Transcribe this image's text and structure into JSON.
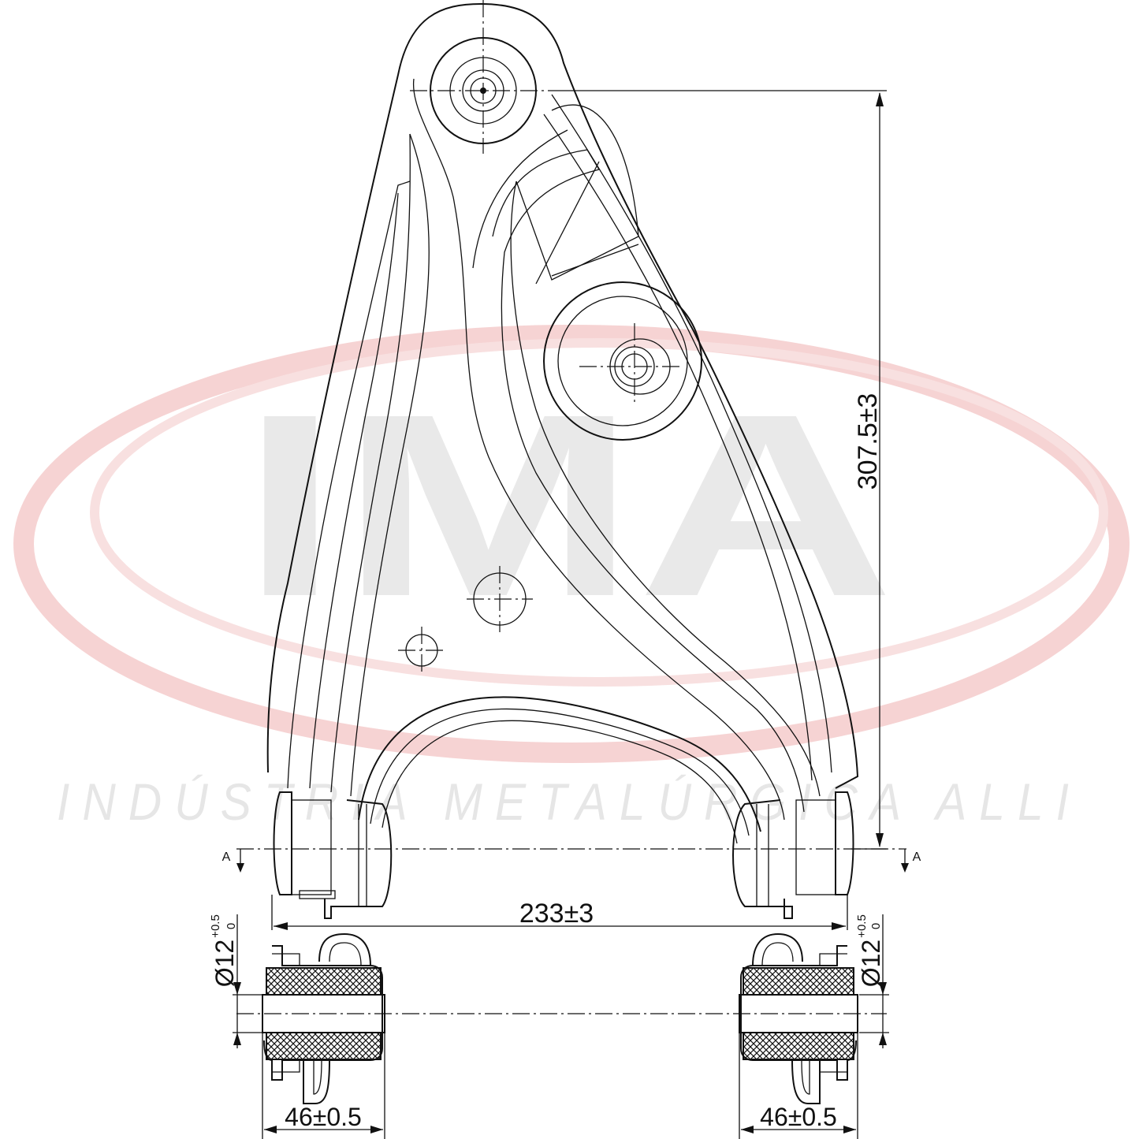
{
  "watermark": {
    "logo_text": "IMA",
    "company_name": "INDÚSTRIA METALÚRGICA ALLI",
    "ring_color": "#f3c9c9"
  },
  "drawing": {
    "dimensions": {
      "height": "307.5±3",
      "width": "233±3",
      "bushing_diameter_left": "Ø12",
      "bushing_diameter_right": "Ø12",
      "tol_upper": "+0.5",
      "tol_lower": "0",
      "bushing_length_left": "46±0.5",
      "bushing_length_right": "46±0.5"
    },
    "section": {
      "left": "A",
      "right": "A"
    }
  }
}
